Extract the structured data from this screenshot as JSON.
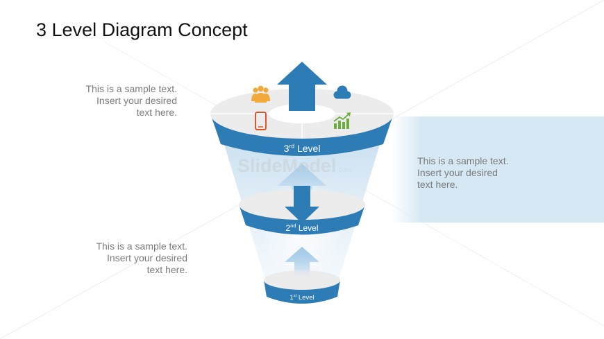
{
  "slide": {
    "title": "3 Level Diagram Concept"
  },
  "notes": {
    "top_left": [
      "This is a sample text.",
      "Insert your desired",
      "text here."
    ],
    "bottom_left": [
      "This is a sample text.",
      "Insert your desired",
      "text here."
    ],
    "right": [
      "This is a sample text.",
      "Insert your desired",
      "text here."
    ]
  },
  "levels": {
    "level3": {
      "num": "3",
      "suffix": "rd",
      "word": "Level"
    },
    "level2": {
      "num": "2",
      "suffix": "nd",
      "word": "Level"
    },
    "level1": {
      "num": "1",
      "suffix": "st",
      "word": "Level"
    }
  },
  "watermark": {
    "main": "SlideModel",
    "suffix": ".com"
  },
  "icons": {
    "top_left": "people-group-icon",
    "top_right": "cloud-icon",
    "bottom_left": "smartphone-icon",
    "bottom_right": "growth-chart-icon"
  },
  "colors": {
    "band_blue": "#2e7cb5",
    "arrow_blue": "#2e7cb5",
    "disc_gray": "#ececec",
    "funnel_light": "#cfe3f2",
    "callout": "#d6e8f4",
    "people_icon": "#f0a93a",
    "cloud_icon": "#2e7cb5",
    "phone_icon": "#e0562b",
    "chart_icon": "#6cae3e"
  }
}
